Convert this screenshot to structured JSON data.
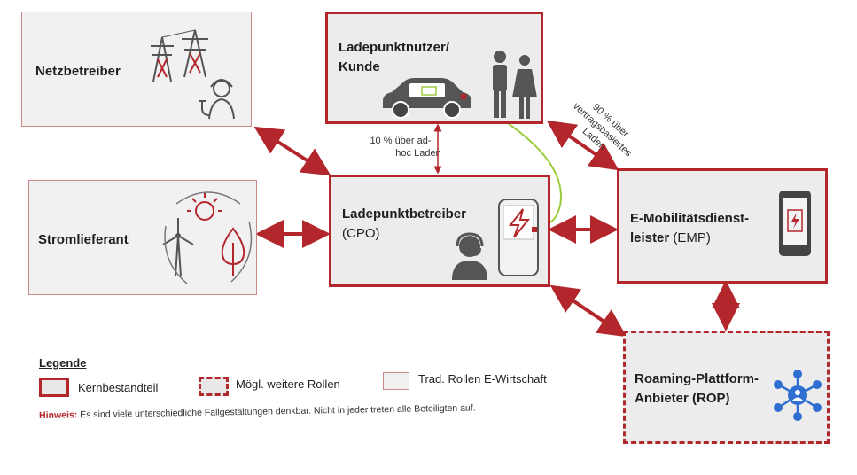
{
  "roles": {
    "netzbetreiber": {
      "title": "Netzbetreiber"
    },
    "stromlieferant": {
      "title": "Stromlieferant"
    },
    "kunde": {
      "title_line1": "Ladepunktnutzer/",
      "title_line2": "Kunde"
    },
    "cpo": {
      "title": "Ladepunktbetreiber",
      "abbr": "(CPO)"
    },
    "emp": {
      "title_line1": "E-Mobilitätsdienst-",
      "title_line2": "leister",
      "abbr": "(EMP)"
    },
    "rop": {
      "title_line1": "Roaming-Plattform-",
      "title_line2": "Anbieter (ROP)"
    }
  },
  "edges": {
    "kunde_cpo_line1": "10 % über ad-",
    "kunde_cpo_line2": "hoc Laden",
    "kunde_emp_line1": "90 % über",
    "kunde_emp_line2": "vertragsbasiertes",
    "kunde_emp_line3": "Laden"
  },
  "legend": {
    "title": "Legende",
    "core": "Kernbestandteil",
    "possible": "Mögl. weitere Rollen",
    "traditional": "Trad. Rollen E-Wirtschaft"
  },
  "hint": {
    "label": "Hinweis:",
    "text": " Es sind viele unterschiedliche Fallgestaltungen denkbar. Nicht in jeder treten alle Beteiligten auf."
  },
  "colors": {
    "accent": "#b3262b",
    "cable": "#9ccc3a",
    "icon": "#555555",
    "network": "#2f6fd1"
  },
  "icons": [
    "power-tower-icon",
    "worker-icon",
    "sun-icon",
    "wind-turbine-icon",
    "tree-icon",
    "car-icon",
    "people-icon",
    "charging-station-icon",
    "operator-headset-icon",
    "smartphone-icon",
    "network-hub-icon"
  ]
}
